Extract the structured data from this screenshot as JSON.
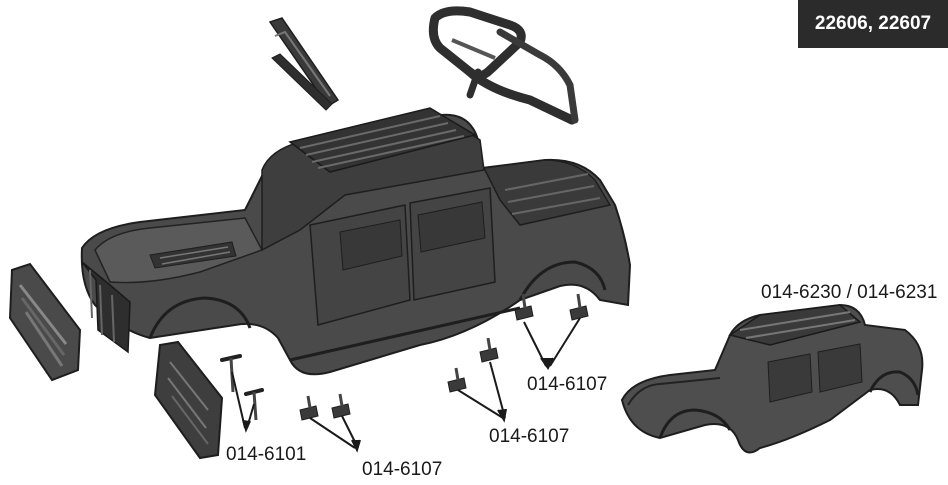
{
  "badge": {
    "text": "22606, 22607"
  },
  "labels": {
    "body_variant": "014-6230 / 014-6231",
    "front_bumper_screws": "014-6101",
    "front_body_posts": "014-6107",
    "rear_body_posts_upper": "014-6107",
    "rear_body_posts_lower": "014-6107"
  },
  "colors": {
    "body": "#4a4a4a",
    "body_dark": "#2e2e2e",
    "body_light": "#6a6a6a",
    "accessory": "#3a3a3a",
    "leader_line": "#1a1a1a",
    "badge_bg": "#2b2b2b"
  }
}
